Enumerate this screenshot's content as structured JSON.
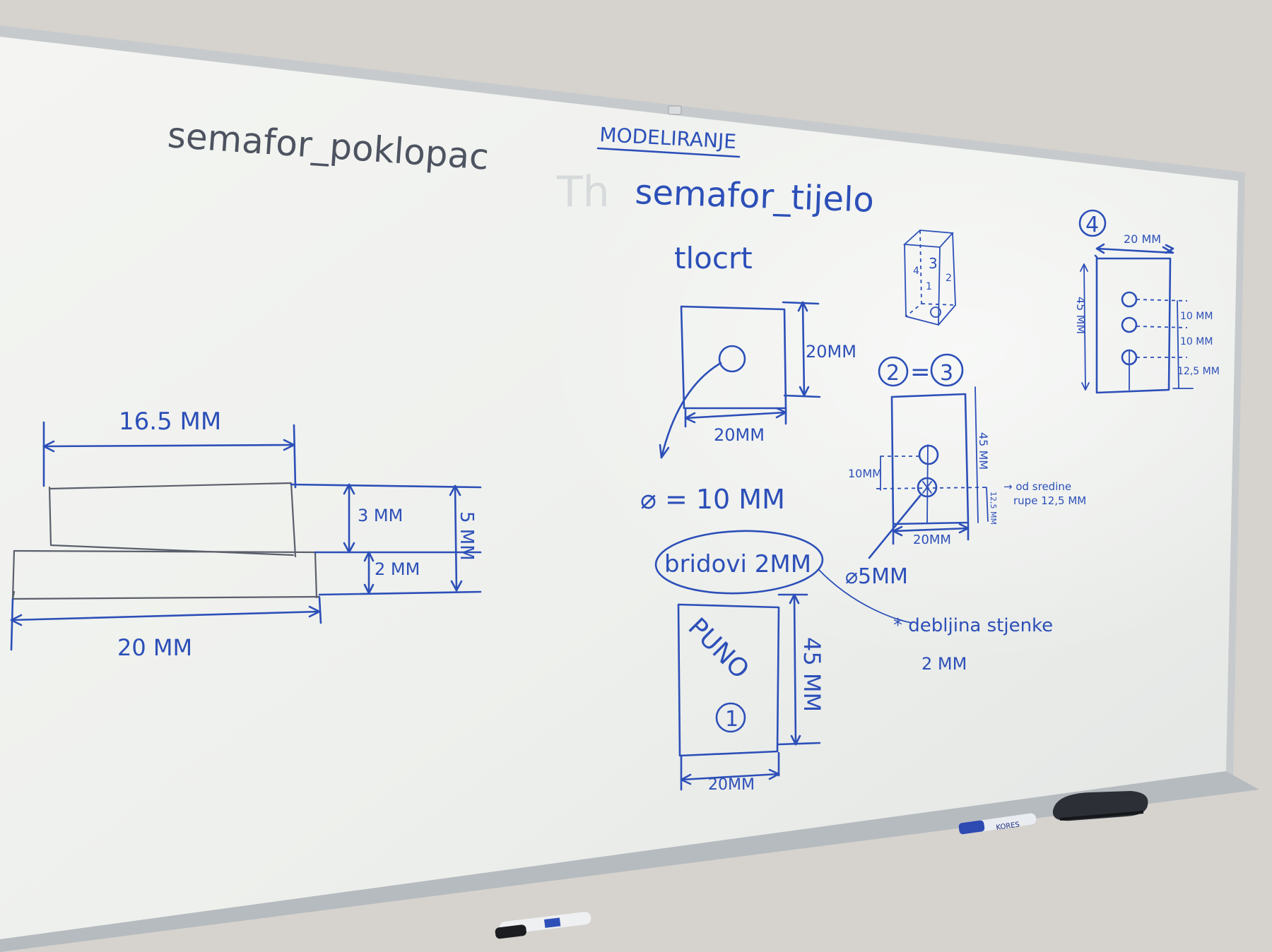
{
  "left": {
    "title": "semafor_poklopac",
    "dim_top": "16.5 MM",
    "dim_3": "3 MM",
    "dim_2": "2 MM",
    "dim_5": "5 MM",
    "dim_bottom": "20 MM"
  },
  "center": {
    "heading": "MODELIRANJE",
    "ghost": "Th",
    "subtitle": "semafor_tijelo",
    "plan_label": "tlocrt",
    "plan_dim_side": "20MM",
    "plan_dim_bottom": "20MM",
    "diameter": "⌀ = 10 MM",
    "edges": "bridovi 2MM",
    "front_fill": "PUNO",
    "front_badge": "1",
    "front_dim_side": "45 MM",
    "front_dim_bottom": "20MM"
  },
  "cube": {
    "face_top": "3",
    "face_left": "4",
    "face_front": "1",
    "face_side": "2"
  },
  "side": {
    "badge_a": "2",
    "equals": "=",
    "badge_b": "3",
    "dim_side": "45 MM",
    "dim_10": "10MM",
    "dim_small": "12,5 MM",
    "note_line1": "→ od sredine",
    "note_line2": "rupe 12,5 MM",
    "dim_bottom": "20MM",
    "diameter": "⌀5MM"
  },
  "note": {
    "line1": "* debljina stjenke",
    "line2": "2 MM"
  },
  "back": {
    "badge": "4",
    "dim_top": "20 MM",
    "dim_side": "45 MM",
    "dim_a": "10 MM",
    "dim_b": "10 MM",
    "dim_c": "12,5 MM"
  },
  "markers": {
    "marker_brand": "KORES"
  }
}
